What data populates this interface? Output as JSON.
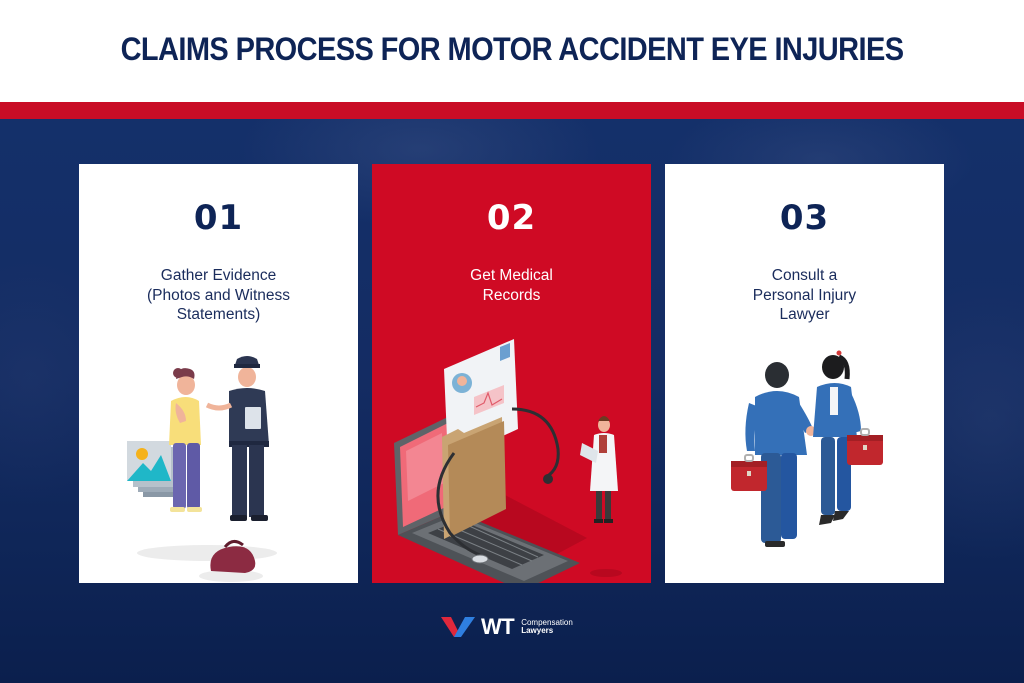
{
  "header": {
    "title": "CLAIMS PROCESS FOR MOTOR ACCIDENT EYE INJURIES"
  },
  "colors": {
    "navy": "#0e2456",
    "red": "#c90d26",
    "card_red": "#cf0a24",
    "background_navy": "#14306a",
    "white": "#ffffff"
  },
  "steps": [
    {
      "number": "01",
      "label": "Gather Evidence (Photos and Witness Statements)",
      "label_lines": [
        "Gather Evidence",
        "(Photos and Witness",
        "Statements)"
      ],
      "style": "white",
      "illustration": "woman-and-police-officer-with-photos-and-bag"
    },
    {
      "number": "02",
      "label": "Get Medical Records",
      "label_lines": [
        "Get Medical",
        "Records"
      ],
      "style": "red",
      "illustration": "laptop-medical-folder-stethoscope-doctor"
    },
    {
      "number": "03",
      "label": "Consult a Personal Injury Lawyer",
      "label_lines": [
        "Consult a",
        "Personal Injury",
        "Lawyer"
      ],
      "style": "white",
      "illustration": "two-business-people-handshake-briefcases"
    }
  ],
  "footer": {
    "logo": {
      "mark": "V",
      "brand": "WT",
      "sub_line1": "Compensation",
      "sub_line2": "Lawyers"
    }
  }
}
